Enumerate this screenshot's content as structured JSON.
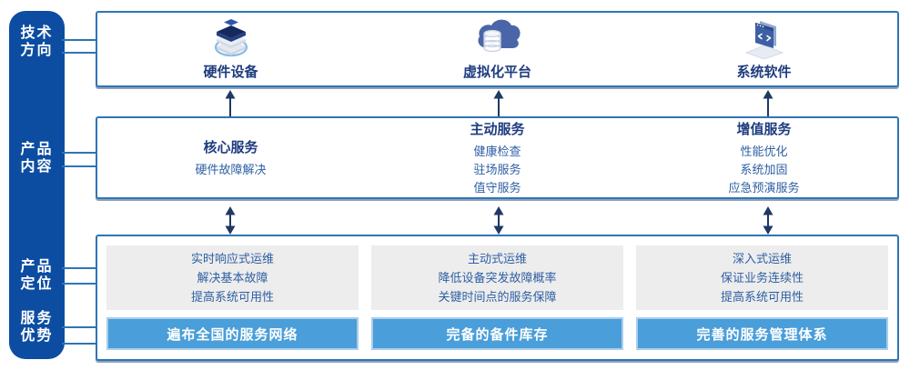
{
  "colors": {
    "sidebar_bg": "#0C4DA2",
    "panel_border": "#2E75B6",
    "banner_bg": "#4A9ED9",
    "banner_border": "#A9CDEB",
    "title_text": "#1E3C7F",
    "body_text": "#2E5FA3",
    "gray_box_bg": "#EDEDED",
    "arrow": "#1F3864"
  },
  "sidebar": {
    "items": [
      {
        "line1": "技术",
        "line2": "方向"
      },
      {
        "line1": "产品",
        "line2": "内容"
      },
      {
        "line1": "产品",
        "line2": "定位"
      },
      {
        "line1": "服务",
        "line2": "优势"
      }
    ]
  },
  "tech_row": {
    "items": [
      {
        "icon": "server-stack-icon",
        "label": "硬件设备"
      },
      {
        "icon": "cloud-database-icon",
        "label": "虚拟化平台"
      },
      {
        "icon": "code-window-icon",
        "label": "系统软件"
      }
    ]
  },
  "content_row": {
    "columns": [
      {
        "title": "核心服务",
        "items": [
          "硬件故障解决"
        ]
      },
      {
        "title": "主动服务",
        "items": [
          "健康检查",
          "驻场服务",
          "值守服务"
        ]
      },
      {
        "title": "增值服务",
        "items": [
          "性能优化",
          "系统加固",
          "应急预演服务"
        ]
      }
    ]
  },
  "position_row": {
    "columns": [
      {
        "lines": [
          "实时响应式运维",
          "解决基本故障",
          "提高系统可用性"
        ],
        "banner": "遍布全国的服务网络"
      },
      {
        "lines": [
          "主动式运维",
          "降低设备突发故障概率",
          "关键时间点的服务保障"
        ],
        "banner": "完备的备件库存"
      },
      {
        "lines": [
          "深入式运维",
          "保证业务连续性",
          "提高系统可用性"
        ],
        "banner": "完善的服务管理体系"
      }
    ]
  }
}
